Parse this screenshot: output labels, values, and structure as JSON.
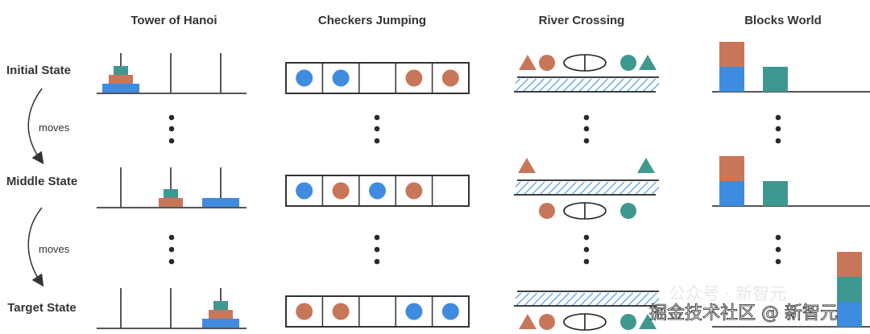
{
  "columns": [
    {
      "id": "hanoi",
      "title": "Tower of Hanoi"
    },
    {
      "id": "checkers",
      "title": "Checkers Jumping"
    },
    {
      "id": "river",
      "title": "River Crossing"
    },
    {
      "id": "blocks",
      "title": "Blocks World"
    }
  ],
  "states": [
    {
      "id": "initial",
      "label": "Initial State"
    },
    {
      "id": "middle",
      "label": "Middle State"
    },
    {
      "id": "target",
      "label": "Target State"
    }
  ],
  "transition_label": "moves",
  "colors": {
    "blue": "#3f8be0",
    "orange": "#c8765a",
    "teal": "#3f9890",
    "line": "#555555",
    "hatch": "#6aaee8"
  },
  "hanoi": {
    "initial": [
      [
        "large",
        "medium",
        "small"
      ],
      [],
      []
    ],
    "middle": [
      [],
      [
        "medium",
        "small"
      ],
      [
        "large"
      ]
    ],
    "target": [
      [],
      [],
      [
        "large",
        "medium",
        "small"
      ]
    ]
  },
  "checkers": {
    "initial": [
      "blue",
      "blue",
      "empty",
      "orange",
      "orange"
    ],
    "middle": [
      "blue",
      "orange",
      "blue",
      "orange",
      "empty"
    ],
    "target": [
      "orange",
      "orange",
      "empty",
      "blue",
      "blue"
    ]
  },
  "river": {
    "initial": {
      "top": [
        "orange-triangle",
        "orange-circle",
        "boat",
        "teal-circle",
        "teal-triangle"
      ],
      "bottom": []
    },
    "middle": {
      "top": [
        "orange-triangle",
        "teal-triangle"
      ],
      "bottom": [
        "orange-circle",
        "boat",
        "teal-circle"
      ]
    },
    "target": {
      "top": [],
      "bottom": [
        "orange-triangle",
        "orange-circle",
        "boat",
        "teal-circle",
        "teal-triangle"
      ]
    }
  },
  "blocks": {
    "initial": [
      [
        "blue",
        "orange"
      ],
      [
        "teal"
      ],
      []
    ],
    "middle": [
      [
        "blue",
        "orange"
      ],
      [
        "teal"
      ],
      []
    ],
    "target": [
      [],
      [],
      [
        "blue",
        "teal",
        "orange"
      ]
    ]
  },
  "watermark": {
    "line1": "公众号 · 新智元",
    "line2": "掘金技术社区 @ 新智元"
  }
}
